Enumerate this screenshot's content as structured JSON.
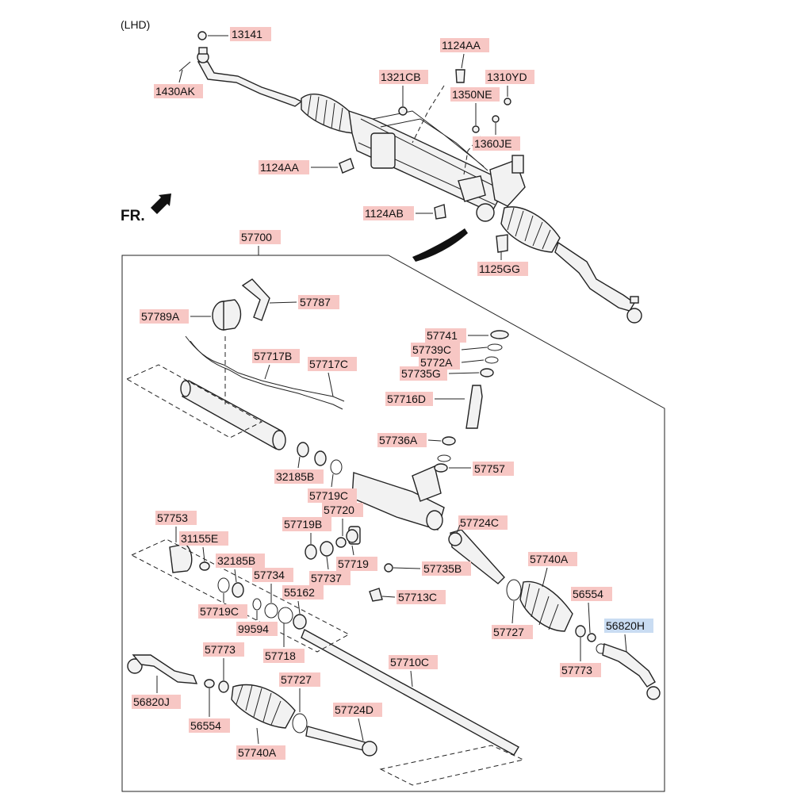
{
  "header": {
    "variant": "(LHD)",
    "direction": "FR."
  },
  "colors": {
    "label_bg": "#f7c7c4",
    "label_bg_selected": "#c9dcf2",
    "ink": "#111111"
  },
  "labels": {
    "p13141": "13141",
    "p1430AK": "1430AK",
    "p1124AA_top": "1124AA",
    "p1321CB": "1321CB",
    "p1310YD": "1310YD",
    "p1350NE": "1350NE",
    "p1360JE": "1360JE",
    "p1124AA_left": "1124AA",
    "p1124AB": "1124AB",
    "p1125GG": "1125GG",
    "p57700": "57700",
    "p57787": "57787",
    "p57789A": "57789A",
    "p57717B": "57717B",
    "p57717C": "57717C",
    "p57741": "57741",
    "p57739C": "57739C",
    "p5772A": "5772A",
    "p57735G": "57735G",
    "p57716D": "57716D",
    "p57736A": "57736A",
    "p57757": "57757",
    "p32185B_a": "32185B",
    "p57719C_a": "57719C",
    "p57720": "57720",
    "p57719B": "57719B",
    "p57719": "57719",
    "p57737": "57737",
    "p57753": "57753",
    "p31155E": "31155E",
    "p32185B_b": "32185B",
    "p57734": "57734",
    "p55162": "55162",
    "p57719C_b": "57719C",
    "p99594": "99594",
    "p57718": "57718",
    "p57724C": "57724C",
    "p57735B": "57735B",
    "p57713C": "57713C",
    "p57740A_r": "57740A",
    "p56554_r": "56554",
    "p56820H": "56820H",
    "p57727_r": "57727",
    "p57773_r": "57773",
    "p57710C": "57710C",
    "p57773_l": "57773",
    "p57727_l": "57727",
    "p56820J": "56820J",
    "p56554_l": "56554",
    "p57724D": "57724D",
    "p57740A_l": "57740A"
  }
}
